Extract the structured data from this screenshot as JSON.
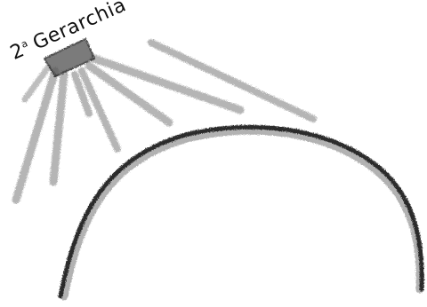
{
  "drawing": {
    "caption_number": "2",
    "caption_superscript": "a",
    "caption_word": "Gerarchia",
    "ink_color": "#1a1a1a",
    "ray_color": "#6a6a6a",
    "paper_color": "#ffffff"
  }
}
